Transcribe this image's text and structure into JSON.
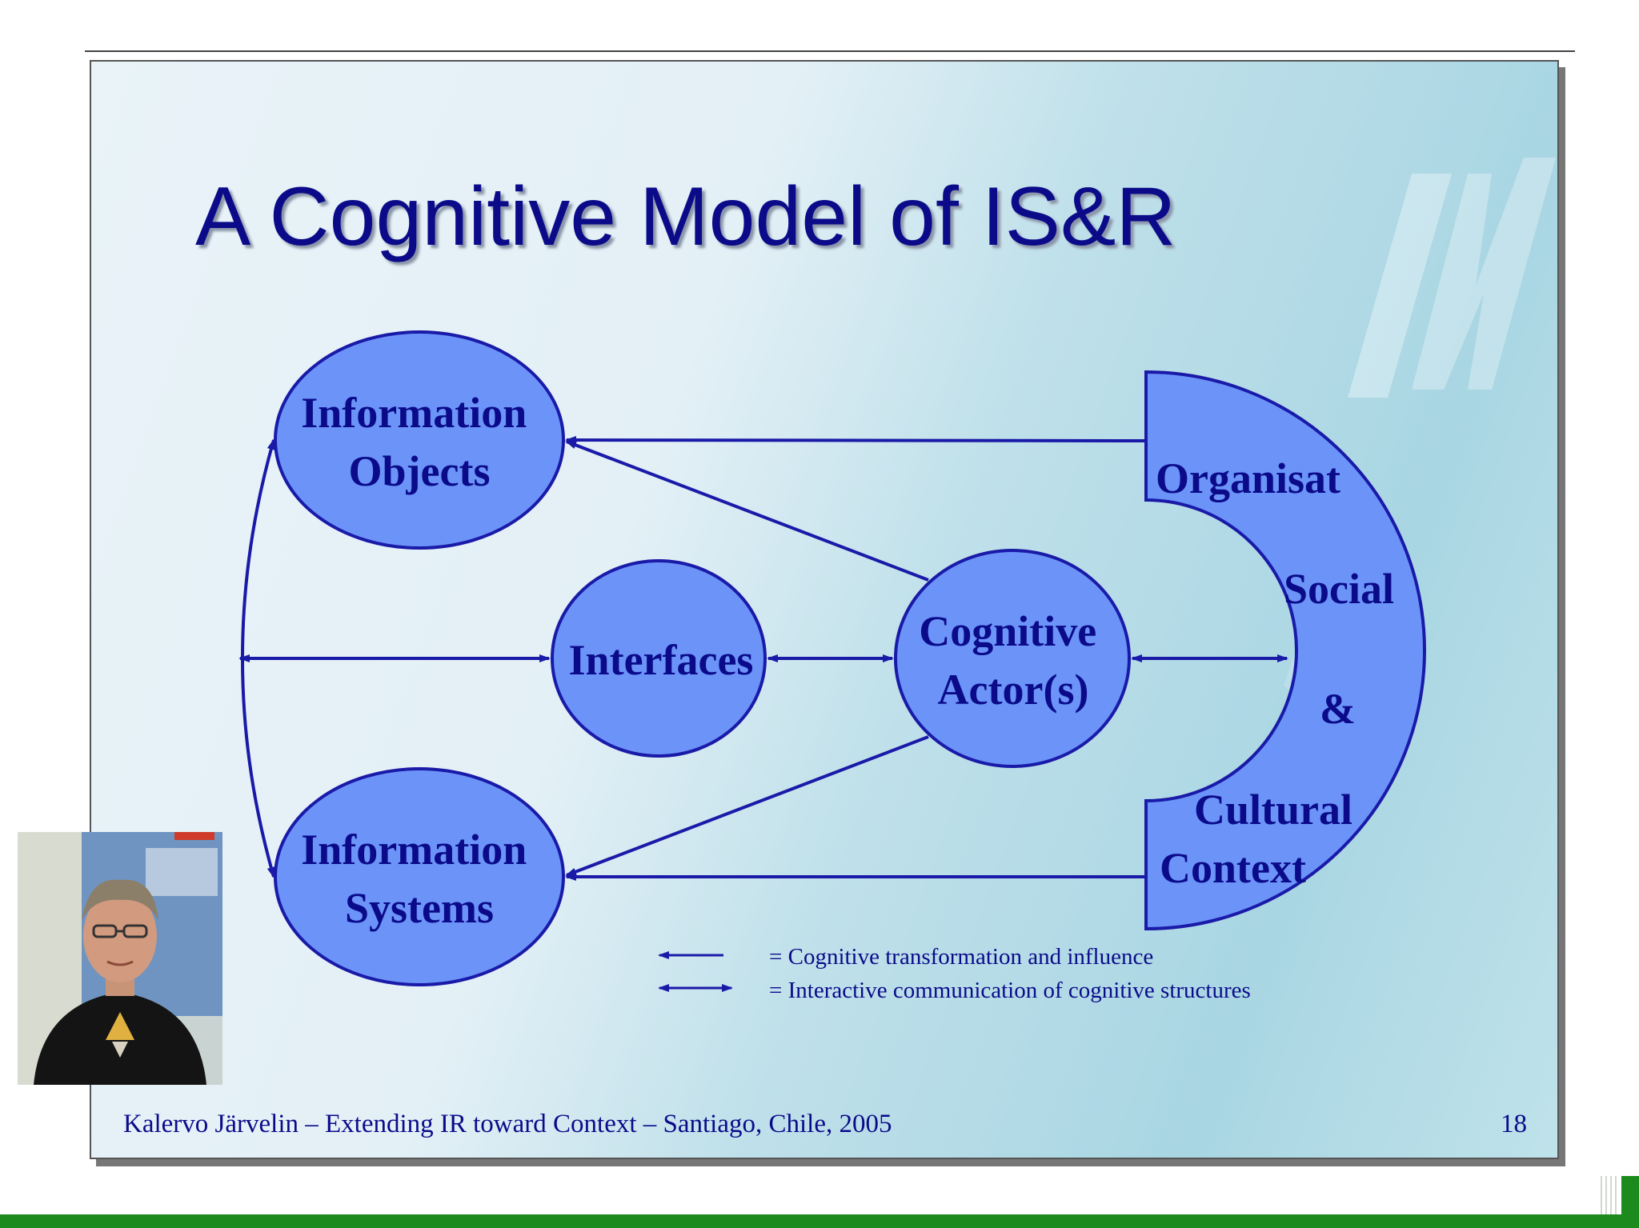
{
  "slide": {
    "title": "A Cognitive Model of IS&R",
    "footer": "Kalervo Järvelin – Extending IR toward Context – Santiago, Chile, 2005",
    "page_number": "18"
  },
  "diagram": {
    "nodes": {
      "information_objects": [
        "Information",
        "Objects"
      ],
      "interfaces": [
        "Interfaces"
      ],
      "cognitive_actors": [
        "Cognitive",
        "Actor(s)"
      ],
      "information_systems": [
        "Information",
        "Systems"
      ],
      "context": [
        "Organisat",
        "Social",
        "&",
        "Cultural",
        "Context"
      ]
    },
    "legend": {
      "one_way": "= Cognitive transformation and influence",
      "two_way": "= Interactive communication of cognitive structures"
    }
  },
  "colors": {
    "node_fill": "#6b93f8",
    "node_stroke": "#1a1aa8",
    "arrow": "#1a1aa8",
    "text": "#0b0b8a",
    "bottom_bar": "#1c8a1c"
  }
}
